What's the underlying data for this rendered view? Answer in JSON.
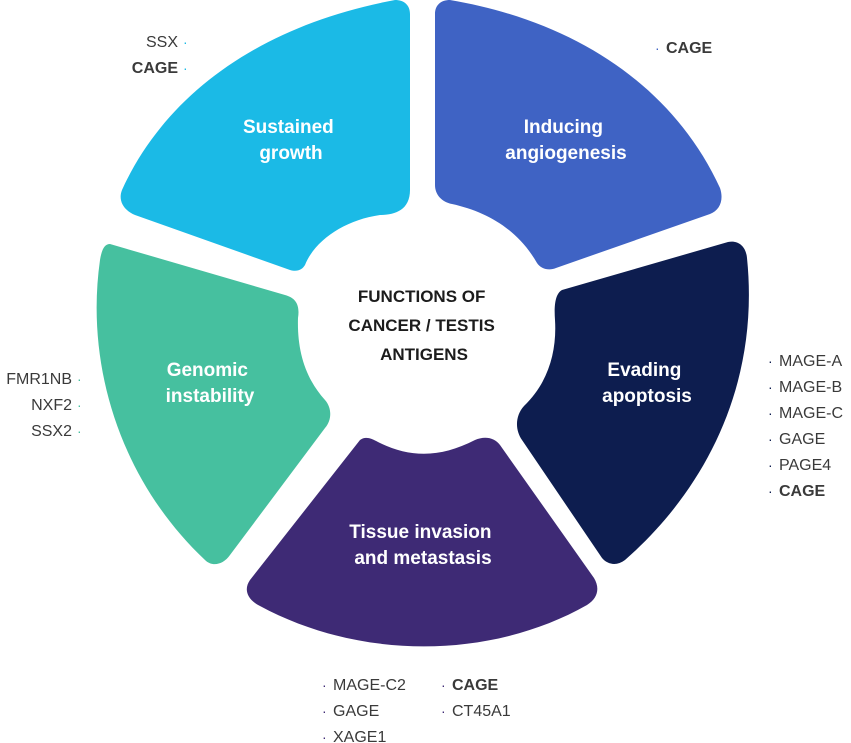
{
  "center": {
    "lines": [
      "FUNCTIONS OF",
      "CANCER / TESTIS",
      "ANTIGENS"
    ]
  },
  "segments": [
    {
      "id": "sustained-growth",
      "title": [
        "Sustained",
        "growth"
      ],
      "color": "#1bbae6",
      "genes": [
        {
          "label": "SSX",
          "highlight": false
        },
        {
          "label": "CAGE",
          "highlight": true
        }
      ]
    },
    {
      "id": "inducing-angiogenesis",
      "title": [
        "Inducing",
        "angiogenesis"
      ],
      "color": "#3f63c4",
      "genes": [
        {
          "label": "CAGE",
          "highlight": true
        }
      ]
    },
    {
      "id": "evading-apoptosis",
      "title": [
        "Evading",
        "apoptosis"
      ],
      "color": "#0d1d4f",
      "genes": [
        {
          "label": "MAGE-A",
          "highlight": false
        },
        {
          "label": "MAGE-B",
          "highlight": false
        },
        {
          "label": "MAGE-C",
          "highlight": false
        },
        {
          "label": "GAGE",
          "highlight": false
        },
        {
          "label": "PAGE4",
          "highlight": false
        },
        {
          "label": "CAGE",
          "highlight": true
        }
      ]
    },
    {
      "id": "tissue-invasion",
      "title": [
        "Tissue invasion",
        "and metastasis"
      ],
      "color": "#3e2a75",
      "genes": [
        {
          "label": "MAGE-C2",
          "highlight": false
        },
        {
          "label": "GAGE",
          "highlight": false
        },
        {
          "label": "XAGE1",
          "highlight": false
        },
        {
          "label": "CAGE",
          "highlight": true
        },
        {
          "label": "CT45A1",
          "highlight": false
        }
      ]
    },
    {
      "id": "genomic-instability",
      "title": [
        "Genomic",
        "instability"
      ],
      "color": "#46c09f",
      "genes": [
        {
          "label": "FMR1NB",
          "highlight": false
        },
        {
          "label": "NXF2",
          "highlight": false
        },
        {
          "label": "SSX2",
          "highlight": false
        }
      ]
    }
  ]
}
